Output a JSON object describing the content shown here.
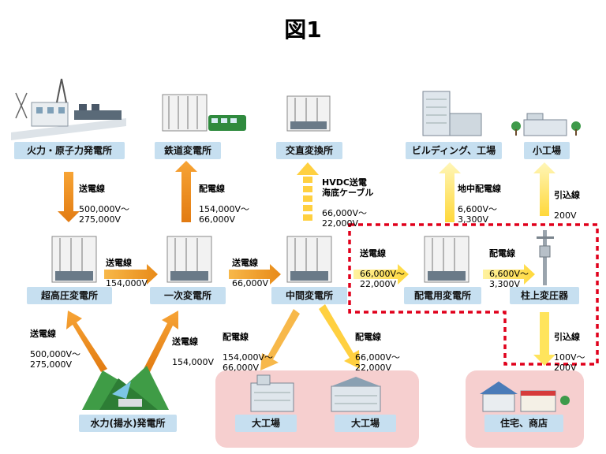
{
  "title": "図1",
  "nodes": {
    "thermal_nuclear_plant": "火力・原子力発電所",
    "railway_substation": "鉄道変電所",
    "ac_converter_station": "交直変換所",
    "buildings_factories": "ビルディング、工場",
    "small_factory": "小工場",
    "ultra_high_voltage_substation": "超高圧変電所",
    "primary_substation": "一次変電所",
    "intermediate_substation": "中間変電所",
    "distribution_substation": "配電用変電所",
    "pole_transformer": "柱上変圧器",
    "hydro_pumped_storage_plant": "水力(揚水)発電所",
    "large_factory_1": "大工場",
    "large_factory_2": "大工場",
    "houses_shops": "住宅、商店"
  },
  "edges": {
    "thermal_to_uhv": {
      "head": "送電線",
      "values": "500,000V〜\n275,000V"
    },
    "primary_to_railway": {
      "head": "配電線",
      "values": "154,000V〜\n66,000V"
    },
    "intermediate_to_converter": {
      "head": "HVDC送電\n海底ケーブル",
      "values": "66,000V〜\n22,000V"
    },
    "distribution_to_buildings": {
      "head": "地中配電線",
      "values": "6,600V〜\n3,300V"
    },
    "pole_to_small_factory": {
      "head": "引込線",
      "values": "200V"
    },
    "uhv_to_primary": {
      "head": "送電線",
      "values": "154,000V"
    },
    "primary_to_intermediate": {
      "head": "送電線",
      "values": "66,000V"
    },
    "intermediate_to_distribution": {
      "head": "送電線",
      "values": "66,000V〜\n22,000V"
    },
    "distribution_to_pole": {
      "head": "配電線",
      "values": "6,600V〜\n3,300V"
    },
    "hydro_to_uhv": {
      "head": "送電線",
      "values": "500,000V〜\n275,000V"
    },
    "hydro_to_primary": {
      "head": "送電線",
      "values": "154,000V"
    },
    "intermediate_to_large_factory_1": {
      "head": "配電線",
      "values": "154,000V〜\n66,000V"
    },
    "intermediate_to_large_factory_2": {
      "head": "配電線",
      "values": "66,000V〜\n22,000V"
    },
    "pole_to_houses": {
      "head": "引込線",
      "values": "100V〜\n200V"
    }
  },
  "colors": {
    "label_bg": "#c6dff0",
    "arrow_orange": "#f0961e",
    "arrow_orange_light": "#f7b84a",
    "arrow_yellow": "#ffe45c",
    "highlight_border": "#e0001b",
    "panel_pink": "#f6cfcf"
  }
}
